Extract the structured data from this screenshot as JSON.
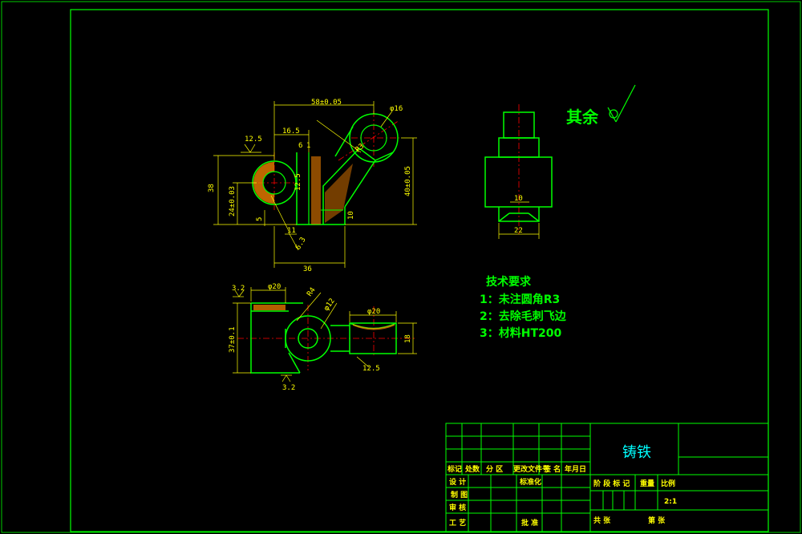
{
  "colors": {
    "background": "#000000",
    "frame": "#00ff00",
    "part": "#00ff00",
    "dimension": "#ffff00",
    "centerline": "#ff0000",
    "hatch": "#ff8800",
    "cyan": "#00ffff"
  },
  "note_surface": {
    "text": "其余"
  },
  "tech_requirements": {
    "title": "技术要求",
    "items": [
      "1：未注圆角R3",
      "2：去除毛刺飞边",
      "3：材料HT200"
    ]
  },
  "main_view": {
    "dims": {
      "top_width": "58±0.05",
      "d16_5": "16.5",
      "d6": "6",
      "d1": "1",
      "phi16": "φ16",
      "d12_5": "12.5",
      "d38": "38",
      "d24": "24±0.03",
      "d40": "40±0.05",
      "d5": "5",
      "d10": "10",
      "d11": "11",
      "d36": "36",
      "d12_5b": "12.5",
      "r3": "R3",
      "roughA": "6.3",
      "roughB": "12.5"
    }
  },
  "side_view": {
    "dims": {
      "d10": "10",
      "d22": "22"
    }
  },
  "bottom_view": {
    "dims": {
      "d3_2a": "3.2",
      "phi20": "φ20",
      "r4": "R4",
      "phi12": "φ12",
      "phi20b": "φ20",
      "d37": "37±0.1",
      "d18": "18",
      "d3_2b": "3.2",
      "d12_5": "12.5"
    }
  },
  "title_block": {
    "material": "铸铁",
    "row_labels": [
      "标记",
      "处数",
      "分 区",
      "更改文件号",
      "签 名",
      "年月日"
    ],
    "design": "设 计",
    "std": "标准化",
    "drafter": "制 图",
    "check": "审 核",
    "process": "工 艺",
    "approve": "批 准",
    "stage_label": "阶 段 标 记",
    "weight_label": "重量",
    "scale_label": "比例",
    "scale_value": "2:1",
    "total_label": "共   张",
    "sheet_label": "第   张"
  }
}
